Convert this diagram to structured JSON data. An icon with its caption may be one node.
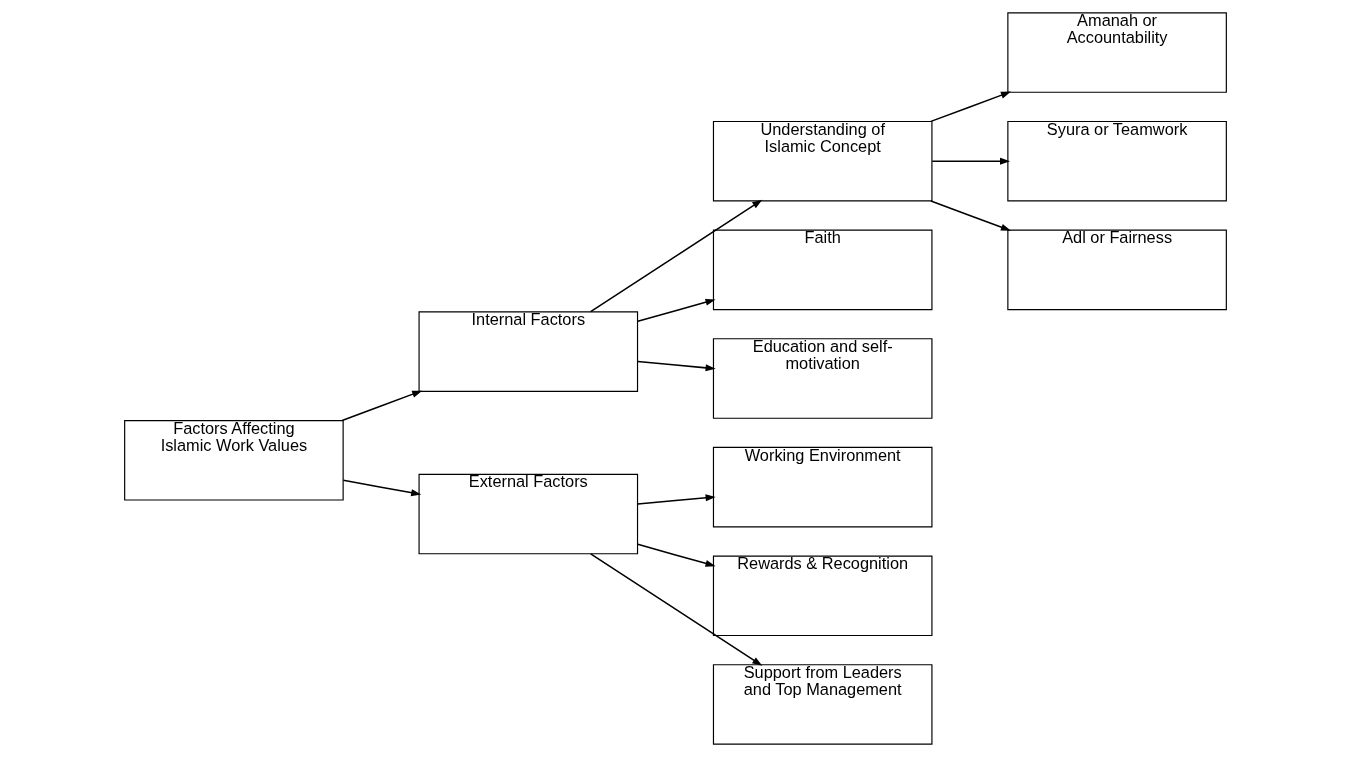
{
  "diagram": {
    "nodes": [
      {
        "text": [
          "Factors Affecting Islamic Work Values"
        ]
      },
      {
        "text": [
          "Internal Factors"
        ]
      },
      {
        "text": [
          "External Factors"
        ]
      },
      {
        "text": [
          "Understanding of Islamic Concept"
        ]
      },
      {
        "text": [
          "Faith"
        ]
      },
      {
        "text": [
          "Education and self-motivation"
        ]
      },
      {
        "text": [
          "Amanah or Accountability"
        ]
      },
      {
        "text": [
          "Syura or Teamwork"
        ]
      },
      {
        "text": [
          "Adl or Fairness"
        ]
      },
      {
        "text": [
          "Working Environment"
        ]
      },
      {
        "text": [
          "Rewards & Recognition"
        ]
      },
      {
        "text": [
          "Support from Leaders and Top Management"
        ]
      }
    ],
    "edges": [
      {
        "from": 0,
        "to": 1,
        "arrow": "to"
      },
      {
        "from": 0,
        "to": 2,
        "arrow": "to"
      },
      {
        "from": 1,
        "to": 3,
        "arrow": "to"
      },
      {
        "from": 1,
        "to": 4,
        "arrow": "to"
      },
      {
        "from": 1,
        "to": 5,
        "arrow": "to"
      },
      {
        "from": 3,
        "to": 6,
        "arrow": "to"
      },
      {
        "from": 3,
        "to": 7,
        "arrow": "to"
      },
      {
        "from": 3,
        "to": 8,
        "arrow": "to"
      },
      {
        "from": 2,
        "to": 9,
        "arrow": "to"
      },
      {
        "from": 2,
        "to": 10,
        "arrow": "to"
      },
      {
        "from": 2,
        "to": 11,
        "arrow": "to"
      }
    ]
  }
}
